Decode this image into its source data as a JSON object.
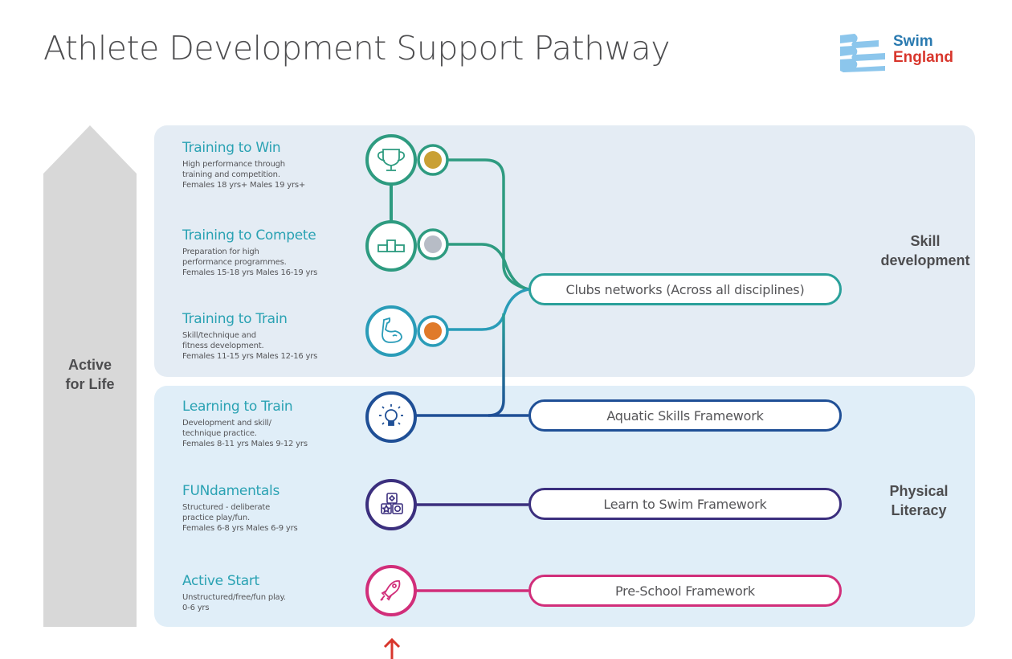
{
  "title": "Athlete Development Support Pathway",
  "logo": {
    "line1": "Swim",
    "line2": "England",
    "icon": "swim-england-waves-icon"
  },
  "left_arrow": {
    "label": "Active for Life",
    "line1": "Active",
    "line2": "for Life"
  },
  "sections": {
    "skill": {
      "line1": "Skill",
      "line2": "development"
    },
    "physical": {
      "line1": "Physical",
      "line2": "Literacy"
    }
  },
  "stages": [
    {
      "title": "Training to Win",
      "desc": "High performance through\ntraining and competition.\nFemales 18 yrs+ Males 19 yrs+",
      "icon": "trophy-icon",
      "color": "#2e9b80",
      "medal": "#c9a035"
    },
    {
      "title": "Training to Compete",
      "desc": "Preparation for high\nperformance programmes.\nFemales 15-18 yrs Males 16-19 yrs",
      "icon": "podium-icon",
      "color": "#2e9b80",
      "medal": "#b7bcc6"
    },
    {
      "title": "Training to Train",
      "desc": "Skill/technique and\nfitness development.\nFemales 11-15 yrs Males 12-16 yrs",
      "icon": "flexed-arm-icon",
      "color": "#2a9cb8",
      "medal": "#e07a2a"
    },
    {
      "title": "Learning to Train",
      "desc": "Development and skill/\ntechnique practice.\nFemales 8-11 yrs Males 9-12 yrs",
      "icon": "lightbulb-icon",
      "color": "#1f4f96"
    },
    {
      "title": "FUNdamentals",
      "desc": "Structured - deliberate\npractice play/fun.\nFemales 6-8 yrs Males 6-9 yrs",
      "icon": "toy-blocks-icon",
      "color": "#3b2f7e"
    },
    {
      "title": "Active Start",
      "desc": "Unstructured/free/fun play.\n0-6 yrs",
      "icon": "rocket-icon",
      "color": "#d12e7a"
    }
  ],
  "frameworks": [
    {
      "label": "Clubs networks (Across all disciplines)",
      "color": "#2aa09a"
    },
    {
      "label": "Aquatic Skills Framework",
      "color": "#1f4f96"
    },
    {
      "label": "Learn to Swim Framework",
      "color": "#3b2f7e"
    },
    {
      "label": "Pre-School Framework",
      "color": "#d12e7a"
    }
  ],
  "start_arrow": {
    "icon": "up-arrow-icon",
    "color": "#d8362c"
  }
}
